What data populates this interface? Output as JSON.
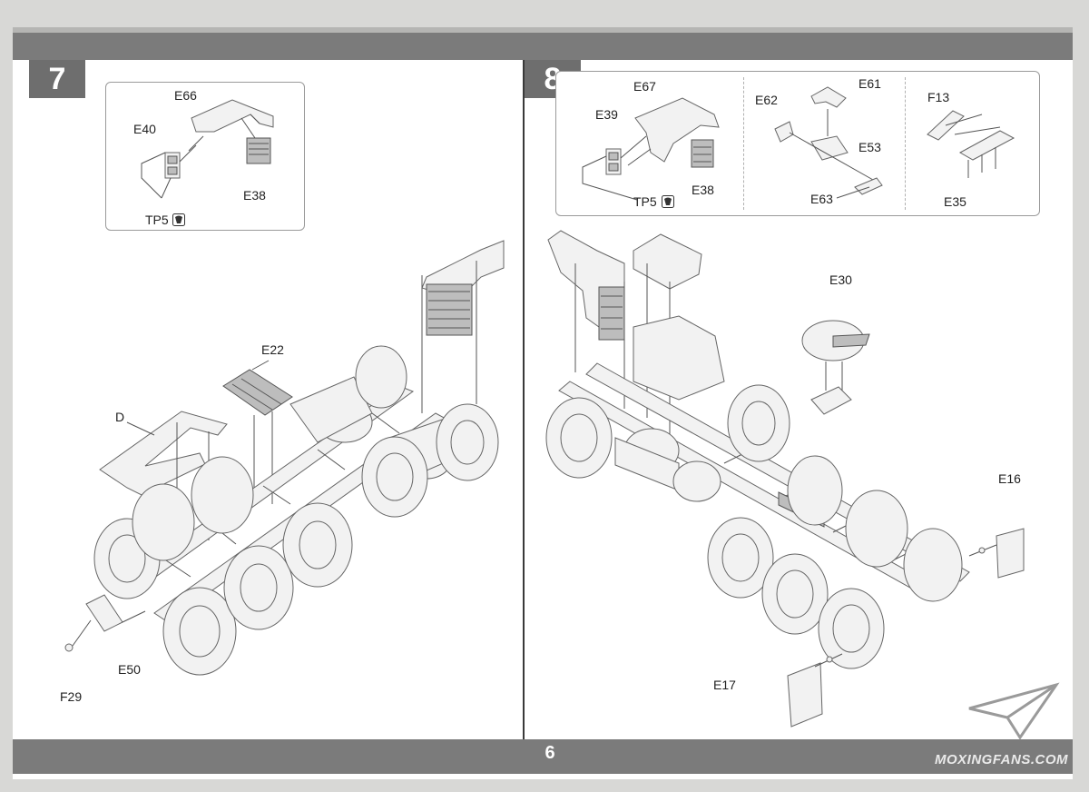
{
  "page": {
    "number": "6",
    "watermark": "MOXINGFANS.COM"
  },
  "steps": [
    {
      "number": "7",
      "inset_labels": {
        "e66": "E66",
        "e40": "E40",
        "e38": "E38",
        "tp5": "TP5"
      },
      "main_labels": {
        "e22": "E22",
        "d": "D",
        "e50": "E50",
        "f29": "F29"
      }
    },
    {
      "number": "8",
      "inset_labels": {
        "e67": "E67",
        "e39": "E39",
        "tp5": "TP5",
        "e38": "E38",
        "e62": "E62",
        "e61": "E61",
        "e53": "E53",
        "e63": "E63",
        "f13": "F13",
        "e35": "E35"
      },
      "main_labels": {
        "e30": "E30",
        "e16": "E16",
        "e17": "E17"
      }
    }
  ],
  "icons": {
    "glue": "glue-icon",
    "paper_plane": "paper-plane-icon"
  },
  "colors": {
    "band": "#7b7b7b",
    "step_box": "#6e6e6e",
    "line": "#555555"
  }
}
